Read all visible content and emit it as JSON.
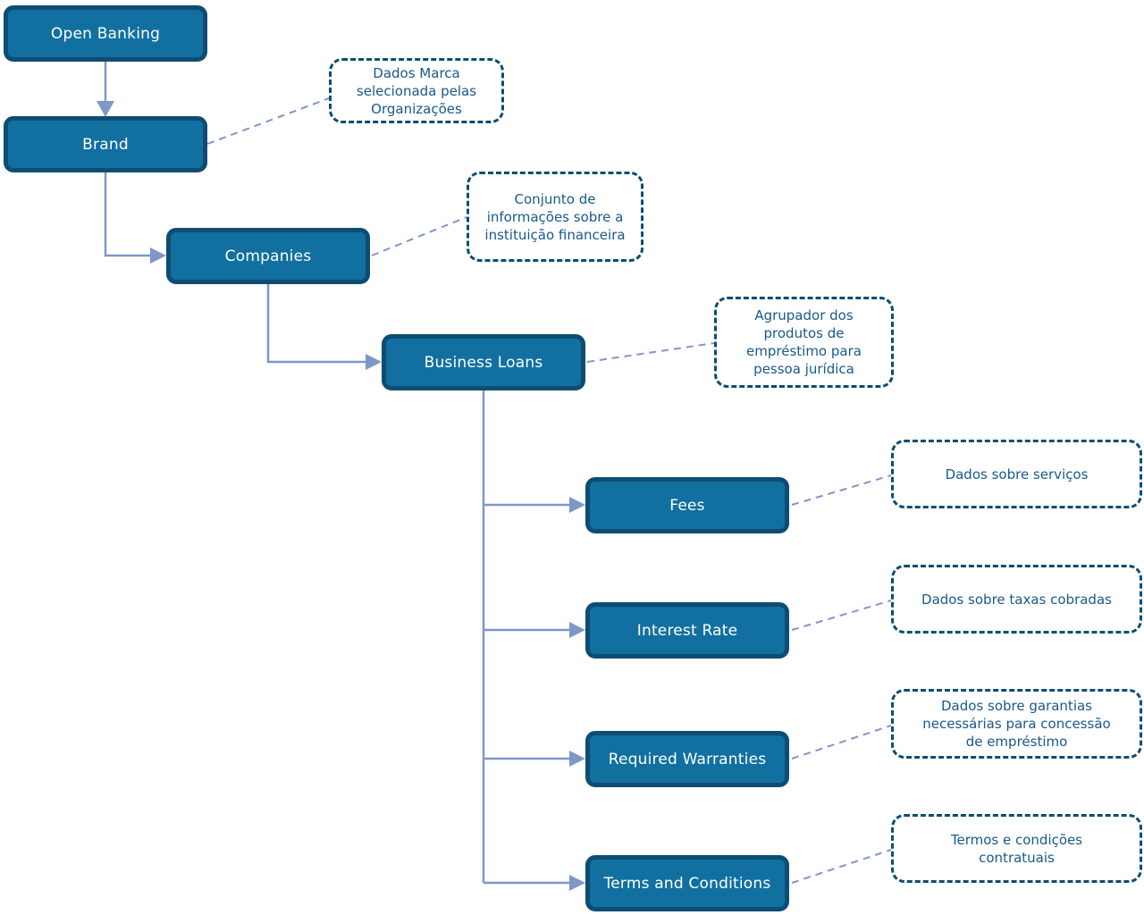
{
  "diagram": {
    "description": "Open Banking business loans data hierarchy",
    "nodes": [
      {
        "id": "open-banking",
        "label": "Open Banking",
        "annotation": null
      },
      {
        "id": "brand",
        "label": "Brand",
        "annotation": "Dados Marca selecionada pelas Organizações"
      },
      {
        "id": "companies",
        "label": "Companies",
        "annotation": "Conjunto de informações sobre a instituição financeira"
      },
      {
        "id": "business-loans",
        "label": "Business Loans",
        "annotation": "Agrupador dos produtos de empréstimo para pessoa jurídica"
      },
      {
        "id": "fees",
        "label": "Fees",
        "annotation": "Dados sobre serviços"
      },
      {
        "id": "interest-rate",
        "label": "Interest Rate",
        "annotation": "Dados sobre taxas cobradas"
      },
      {
        "id": "required-warranties",
        "label": "Required Warranties",
        "annotation": "Dados sobre garantias necessárias para concessão de empréstimo"
      },
      {
        "id": "terms-and-conditions",
        "label": "Terms and Conditions",
        "annotation": "Termos e condições contratuais"
      }
    ],
    "edges": [
      {
        "from": "open-banking",
        "to": "brand"
      },
      {
        "from": "brand",
        "to": "companies"
      },
      {
        "from": "companies",
        "to": "business-loans"
      },
      {
        "from": "business-loans",
        "to": "fees"
      },
      {
        "from": "business-loans",
        "to": "interest-rate"
      },
      {
        "from": "business-loans",
        "to": "required-warranties"
      },
      {
        "from": "business-loans",
        "to": "terms-and-conditions"
      }
    ],
    "colors": {
      "node_fill": "#1270A0",
      "node_border": "#0D4D73",
      "node_text": "#FFFFFF",
      "annotation_border": "#0D4D73",
      "annotation_text": "#175A8C",
      "connector": "#8096C9",
      "background": "#FFFFFF"
    }
  }
}
